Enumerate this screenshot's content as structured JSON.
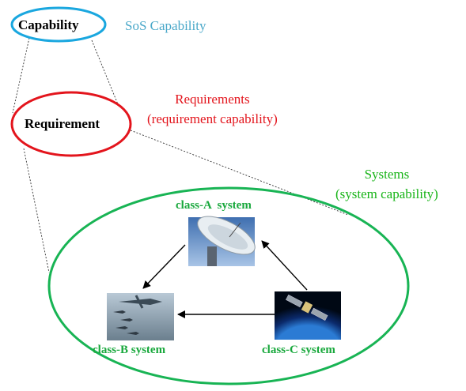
{
  "capability": {
    "label": "Capability",
    "note": "SoS Capability"
  },
  "requirement": {
    "label": "Requirement",
    "note_line1": "Requirements",
    "note_line2": "(requirement capability)"
  },
  "systems": {
    "note_line1": "Systems",
    "note_line2": "(system capability)",
    "items": [
      {
        "label": "class-A  system",
        "icon": "satellite-dish-icon"
      },
      {
        "label": "class-B system",
        "icon": "aircraft-formation-icon"
      },
      {
        "label": "class-C system",
        "icon": "satellite-icon"
      }
    ]
  },
  "colors": {
    "capability_ellipse": "#1aa7df",
    "requirement_ellipse": "#e3141c",
    "systems_ellipse": "#18b454",
    "sos_text": "#4aa8c9"
  }
}
